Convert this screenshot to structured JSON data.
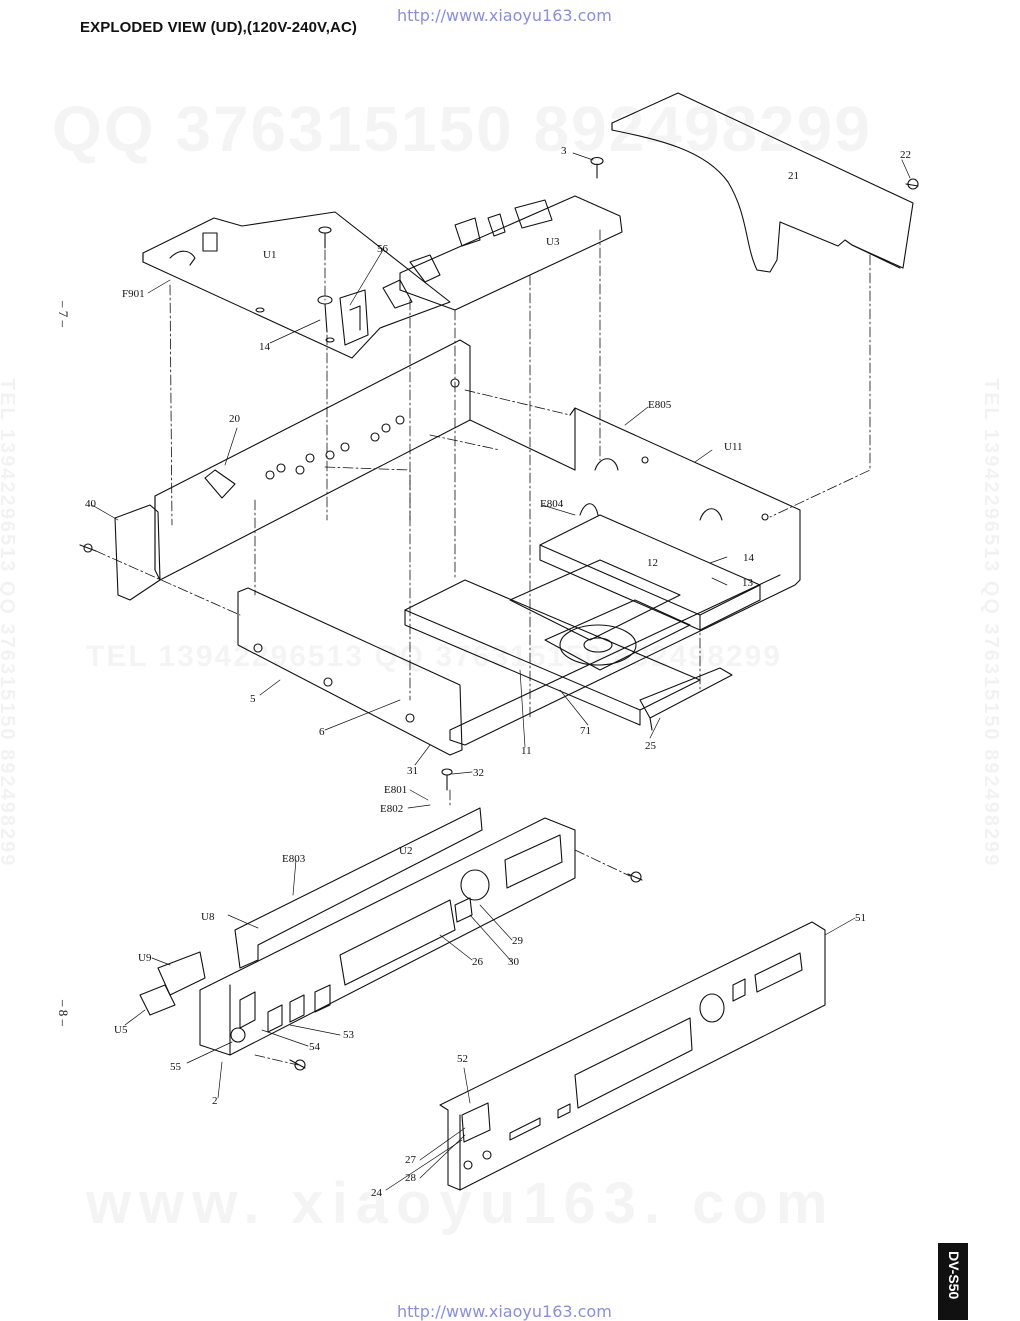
{
  "header": {
    "title": "EXPLODED VIEW (UD),(120V-240V,AC)",
    "url_top": "http://www.xiaoyu163.com",
    "url_bottom": "http://www.xiaoyu163.com"
  },
  "watermarks": {
    "qq": "QQ 376315150  892498299",
    "tel": "TEL  13942296513  QQ  376315150  892498299",
    "www": "www. xiaoyu163. com",
    "vertical": "TEL  13942296513  QQ  376315150  892498299"
  },
  "page_numbers": {
    "upper": "– 7 –",
    "lower": "– 8 –"
  },
  "side_tab": "DV-S50",
  "callouts": [
    {
      "id": "c3",
      "text": "3"
    },
    {
      "id": "c22",
      "text": "22"
    },
    {
      "id": "c21",
      "text": "21"
    },
    {
      "id": "cU1",
      "text": "U1"
    },
    {
      "id": "c56",
      "text": "56"
    },
    {
      "id": "cU3",
      "text": "U3"
    },
    {
      "id": "cF901",
      "text": "F901"
    },
    {
      "id": "c14a",
      "text": "14"
    },
    {
      "id": "c20",
      "text": "20"
    },
    {
      "id": "cE805",
      "text": "E805"
    },
    {
      "id": "cU11",
      "text": "U11"
    },
    {
      "id": "c40",
      "text": "40"
    },
    {
      "id": "cE804",
      "text": "E804"
    },
    {
      "id": "c12",
      "text": "12"
    },
    {
      "id": "c14b",
      "text": "14"
    },
    {
      "id": "c13",
      "text": "13"
    },
    {
      "id": "c5",
      "text": "5"
    },
    {
      "id": "c6",
      "text": "6"
    },
    {
      "id": "c11",
      "text": "11"
    },
    {
      "id": "c71",
      "text": "71"
    },
    {
      "id": "c25",
      "text": "25"
    },
    {
      "id": "c31",
      "text": "31"
    },
    {
      "id": "c32",
      "text": "32"
    },
    {
      "id": "cE801",
      "text": "E801"
    },
    {
      "id": "cE802",
      "text": "E802"
    },
    {
      "id": "cU2",
      "text": "U2"
    },
    {
      "id": "cE803",
      "text": "E803"
    },
    {
      "id": "cU8",
      "text": "U8"
    },
    {
      "id": "c29",
      "text": "29"
    },
    {
      "id": "c30",
      "text": "30"
    },
    {
      "id": "c26",
      "text": "26"
    },
    {
      "id": "c51",
      "text": "51"
    },
    {
      "id": "cU9",
      "text": "U9"
    },
    {
      "id": "cU5",
      "text": "U5"
    },
    {
      "id": "c53",
      "text": "53"
    },
    {
      "id": "c54",
      "text": "54"
    },
    {
      "id": "c55",
      "text": "55"
    },
    {
      "id": "c2",
      "text": "2"
    },
    {
      "id": "c52",
      "text": "52"
    },
    {
      "id": "c27",
      "text": "27"
    },
    {
      "id": "c28",
      "text": "28"
    },
    {
      "id": "c24",
      "text": "24"
    }
  ]
}
